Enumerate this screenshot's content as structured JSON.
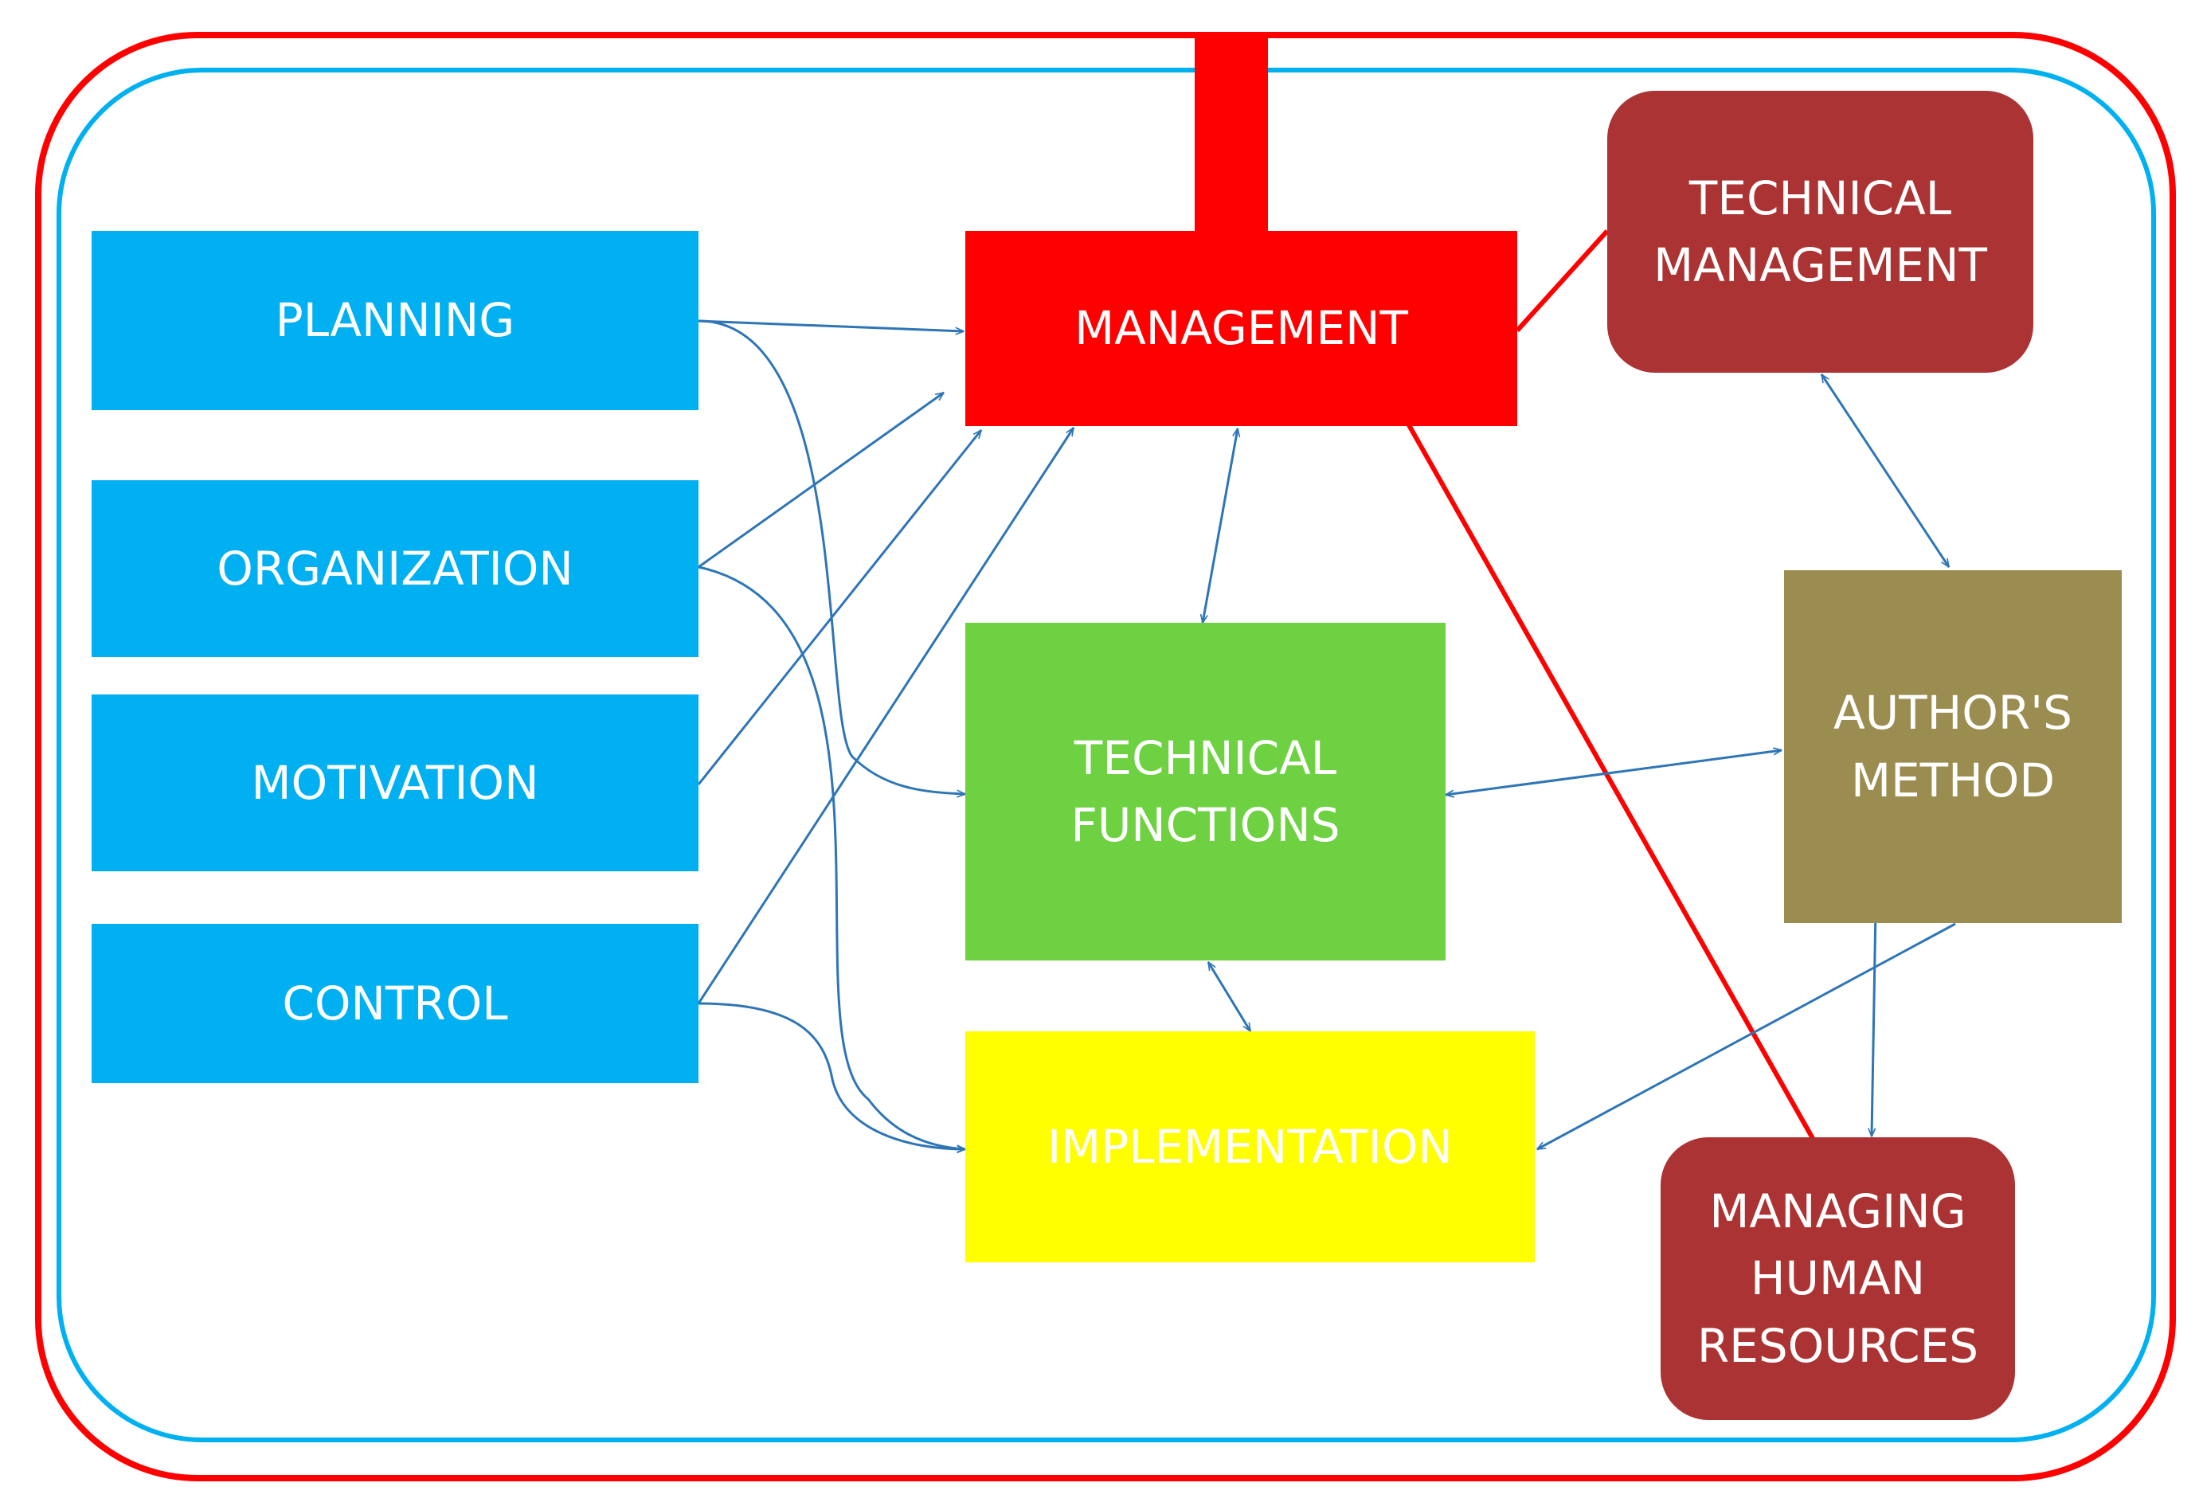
{
  "nodes": {
    "planning": "PLANNING",
    "organization": "ORGANIZATION",
    "motivation": "MOTIVATION",
    "control": "CONTROL",
    "management": "MANAGEMENT",
    "technical_functions": "TECHNICAL\nFUNCTIONS",
    "implementation": "IMPLEMENTATION",
    "technical_management": "TECHNICAL\nMANAGEMENT",
    "authors_method": "AUTHOR'S\nMETHOD",
    "managing_human_resources": "MANAGING\nHUMAN\nRESOURCES"
  },
  "colors": {
    "outer_border": "#FF0000",
    "inner_border": "#00B0F0",
    "function_box": "#00B0F0",
    "management": "#FF0000",
    "technical_functions": "#6DD141",
    "implementation": "#FFFF00",
    "authors_method": "#9B8C50",
    "sub_management": "#AC3333",
    "arrow": "#2E75B6"
  }
}
